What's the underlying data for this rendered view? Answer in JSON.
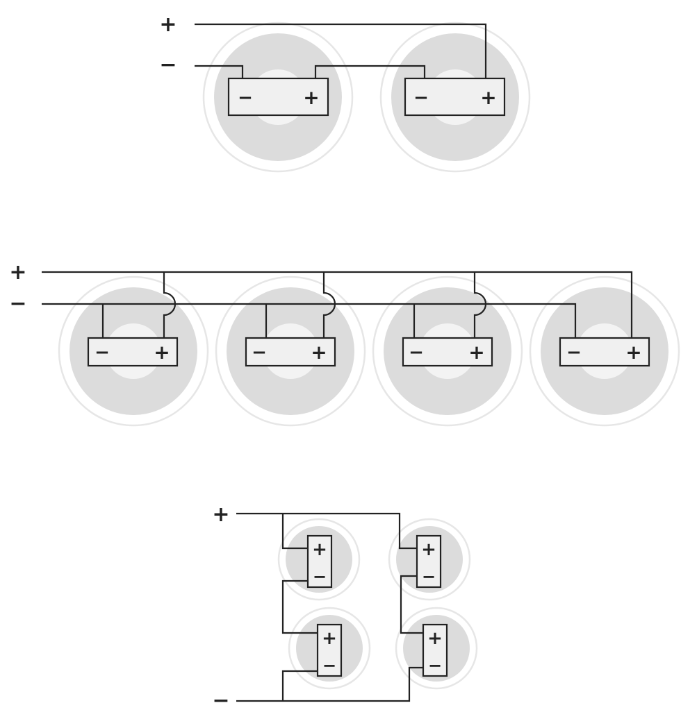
{
  "symbols": {
    "plus": "+",
    "minus": "−"
  },
  "diagrams": [
    {
      "id": "two-speakers-series",
      "leads": {
        "positive": "+",
        "negative": "−"
      },
      "speakers": [
        {
          "terminals": [
            "−",
            "+"
          ]
        },
        {
          "terminals": [
            "−",
            "+"
          ]
        }
      ]
    },
    {
      "id": "four-speakers-parallel",
      "leads": {
        "positive": "+",
        "negative": "−"
      },
      "speakers": [
        {
          "terminals": [
            "−",
            "+"
          ]
        },
        {
          "terminals": [
            "−",
            "+"
          ]
        },
        {
          "terminals": [
            "−",
            "+"
          ]
        },
        {
          "terminals": [
            "−",
            "+"
          ]
        }
      ]
    },
    {
      "id": "four-speakers-series-parallel",
      "leads": {
        "positive": "+",
        "negative": "−"
      },
      "speakers": [
        {
          "terminals": [
            "+",
            "−"
          ]
        },
        {
          "terminals": [
            "+",
            "−"
          ]
        },
        {
          "terminals": [
            "+",
            "−"
          ]
        },
        {
          "terminals": [
            "+",
            "−"
          ]
        }
      ]
    }
  ]
}
